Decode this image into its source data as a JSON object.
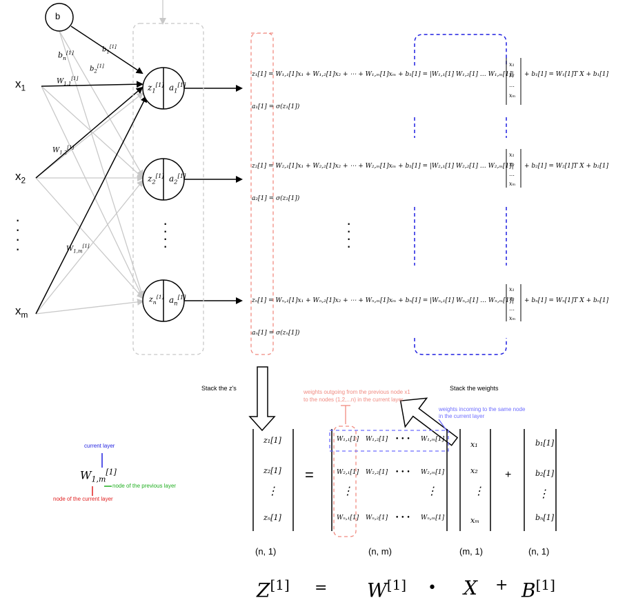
{
  "network": {
    "bias_node": "b",
    "inputs": [
      "x1",
      "x2",
      "⋮",
      "xm"
    ],
    "input_subs": [
      "1",
      "2",
      "",
      "m"
    ],
    "hidden_nodes": [
      {
        "z": "z",
        "zsub": "1",
        "a": "a",
        "asub": "1",
        "sup": "[1]"
      },
      {
        "z": "z",
        "zsub": "2",
        "a": "a",
        "asub": "2",
        "sup": "[1]"
      },
      {
        "z": "z",
        "zsub": "n",
        "a": "a",
        "asub": "n",
        "sup": "[1]"
      }
    ],
    "hidden_ellipsis": "⋮",
    "edge_labels": {
      "b1": "b₁⁽¹⁾",
      "b2": "b₂⁽¹⁾",
      "bn": "bₙ⁽¹⁾",
      "w11": "W₁,₁⁽¹⁾",
      "w12": "W₁,₂⁽¹⁾",
      "w1m": "W₁,ₘ⁽¹⁾"
    }
  },
  "equations": {
    "row1_z": "z₁[1] = W₁,₁[1]x₁ + W₁,₂[1]x₂ + ⋯ + W₁,ₘ[1]xₘ + b₁[1] = |W₁,₁[1]   W₁,₂[1]   …   W₁,ₘ[1]|",
    "row1_tail": "+ b₁[1] = W₁[1]T X +  b₁[1]",
    "row1_a": "a₁[1] = σ(z₁[1])",
    "row2_z": "z₂[1] = W₂,₁[1]x₁ + W₂,₂[1]x₂ + ⋯ + W₂,ₘ[1]xₘ + b₁[1] = |W₂,₁[1]   W₂,₂[1]   …   W₂,ₘ[1]|",
    "row2_tail": "+ b₂[1] = W₂[1]T X +  b₂[1]",
    "row2_a": "a₂[1] = σ(z₂[1])",
    "rown_z": "zₙ[1] = Wₙ,₁[1]x₁ + Wₙ,₂[1]x₂ + ⋯ + Wₙ,ₘ[1]xₘ + bₙ[1] = |Wₙ,₁[1]   Wₙ,₂[1]   …   Wₙ,ₘ[1]|",
    "rown_tail": "+ bₙ[1] = Wₙ[1]T X +  bₙ[1]",
    "rown_a": "aₙ[1] = σ(zₙ[1])",
    "xvec": [
      "x₁",
      "x₂",
      "…",
      "xₘ"
    ],
    "mid_ellipsis": "⋮"
  },
  "annotations": {
    "stack_z": "Stack the z's",
    "stack_w": "Stack the weights",
    "outgoing_note_1": "weights outgoing from the previous node x1",
    "outgoing_note_2": "to the nodes (1,2,...n) in the current layer",
    "incoming_note_1": "weights incoming to the same node",
    "incoming_note_2": "in the current layer"
  },
  "legend": {
    "current_layer": "current layer",
    "node_prev": "node of the previous layer",
    "node_curr": "node of the current layer",
    "symbol": "W",
    "symbol_sup": "[1]",
    "symbol_sub": "1,m"
  },
  "matrix_eq": {
    "z_col": [
      "z₁[1]",
      "z₂[1]",
      "⋮",
      "zₙ[1]"
    ],
    "equals": "=",
    "w_rows": [
      [
        "W₁,₁[1]",
        "W₁,₂[1]",
        "• • •",
        "W₁,ₘ[1]"
      ],
      [
        "W₂,₁[1]",
        "W₂,₂[1]",
        "• • •",
        "W₂,ₘ[1]"
      ],
      [
        "⋮",
        "",
        "",
        "⋮"
      ],
      [
        "Wₙ,₁[1]",
        "Wₙ,₂[1]",
        "• • •",
        "Wₙ,ₘ[1]"
      ]
    ],
    "x_col": [
      "x₁",
      "x₂",
      "⋮",
      "xₘ"
    ],
    "plus": "+",
    "b_col": [
      "b₁[1]",
      "b₂[1]",
      "⋮",
      "bₙ[1]"
    ],
    "dims": [
      "(n, 1)",
      "(n, m)",
      "(m, 1)",
      "(n, 1)"
    ]
  },
  "final": {
    "Z": "Z",
    "Z_sup": "[1]",
    "eq": "=",
    "W": "W",
    "W_sup": "[1]",
    "dot": "•",
    "X": "X",
    "plus": "+",
    "B": "B",
    "B_sup": "[1]"
  }
}
